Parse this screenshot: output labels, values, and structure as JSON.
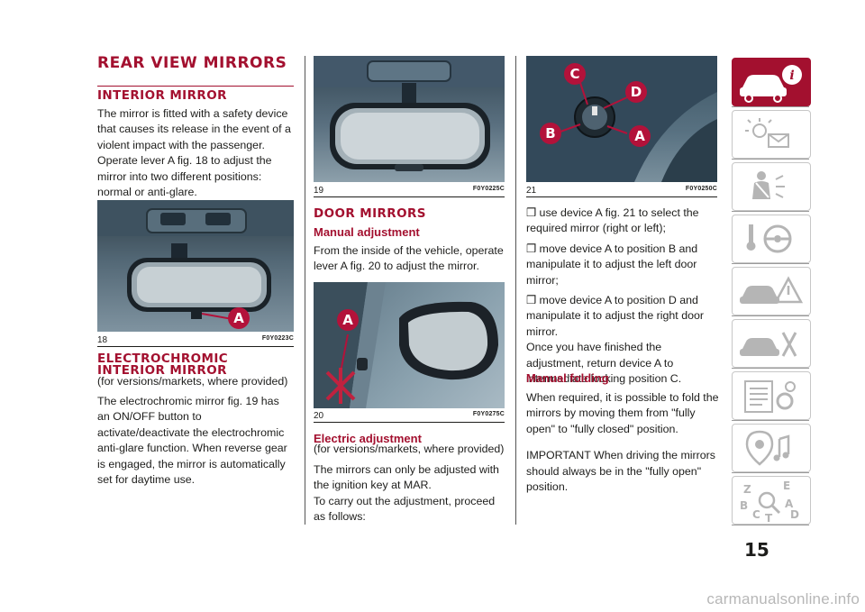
{
  "page": {
    "number": "15",
    "watermark": "carmanualsonline.info"
  },
  "col1": {
    "title": "REAR VIEW MIRRORS",
    "section1_title": "INTERIOR MIRROR",
    "section1_text": "The mirror is fitted with a safety device that causes its release in the event of a violent impact with the passenger. Operate lever A fig. 18 to adjust the mirror into two different positions: normal or anti-glare.",
    "fig18": {
      "num": "18",
      "code": "F0Y0223C",
      "letter": "A"
    },
    "section2_title": "ELECTROCHROMIC INTERIOR MIRROR",
    "section2_sub": "(for versions/markets, where provided)",
    "section2_text": "The electrochromic mirror fig. 19 has an ON/OFF button to activate/deactivate the electrochromic anti-glare function. When reverse gear is engaged, the mirror is automatically set for daytime use."
  },
  "col2": {
    "fig19": {
      "num": "19",
      "code": "F0Y0225C"
    },
    "section_title": "DOOR MIRRORS",
    "manual_title": "Manual adjustment",
    "manual_text": "From the inside of the vehicle, operate lever A fig. 20 to adjust the mirror.",
    "fig20": {
      "num": "20",
      "code": "F0Y0275C",
      "letter": "A"
    },
    "electric_title": "Electric adjustment",
    "electric_sub": "(for versions/markets, where provided)",
    "electric_text1": "The mirrors can only be adjusted with the ignition key at MAR.",
    "electric_text2": "To carry out the adjustment, proceed as follows:"
  },
  "col3": {
    "fig21": {
      "num": "21",
      "code": "F0Y0250C",
      "letters": [
        "C",
        "D",
        "B",
        "A"
      ]
    },
    "bullets": [
      "❒ use device A fig. 21 to select the required mirror (right or left);",
      "❒ move device A to position B and manipulate it to adjust the left door mirror;",
      "❒ move device A to position D and manipulate it to adjust the right door mirror."
    ],
    "after_text": "Once you have finished the adjustment, return device A to intermediate locking position C.",
    "folding_title": "Manual folding",
    "folding_text": "When required, it is possible to fold the mirrors by moving them from \"fully open\" to \"fully closed\" position.",
    "important_text": "IMPORTANT When driving the mirrors should always be in the \"fully open\" position."
  },
  "tabs": [
    {
      "icon": "car-info-icon",
      "active": true
    },
    {
      "icon": "warning-lights-icon",
      "active": false
    },
    {
      "icon": "airbag-safety-icon",
      "active": false
    },
    {
      "icon": "key-steering-icon",
      "active": false
    },
    {
      "icon": "car-emergency-icon",
      "active": false
    },
    {
      "icon": "car-maintenance-icon",
      "active": false
    },
    {
      "icon": "technical-data-icon",
      "active": false
    },
    {
      "icon": "multimedia-icon",
      "active": false
    },
    {
      "icon": "alphabetical-index-icon",
      "active": false
    }
  ],
  "colors": {
    "accent": "#a3102f",
    "text": "#1d1d1b"
  }
}
